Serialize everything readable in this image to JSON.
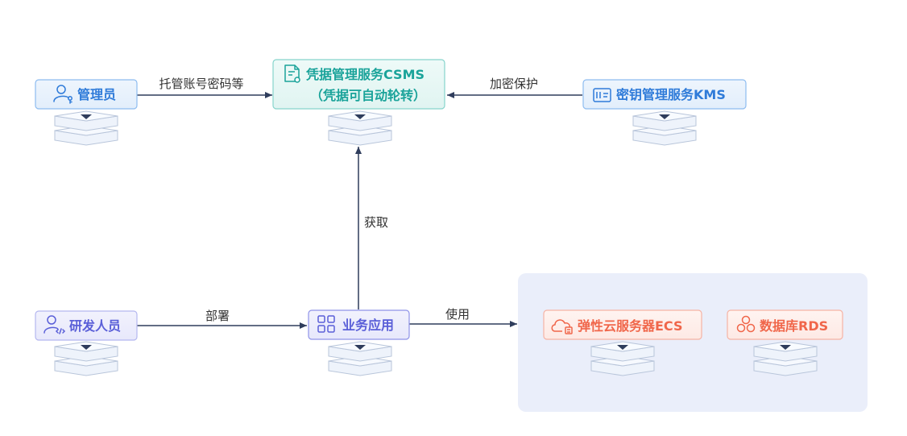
{
  "nodes": {
    "admin": {
      "label": "管理员",
      "icon": "user-key-icon"
    },
    "csms": {
      "label_line1": "凭据管理服务CSMS",
      "label_line2": "（凭据可自动轮转）",
      "icon": "document-gear-icon"
    },
    "kms": {
      "label": "密钥管理服务KMS",
      "icon": "id-card-icon"
    },
    "developer": {
      "label": "研发人员",
      "icon": "user-code-icon"
    },
    "app": {
      "label": "业务应用",
      "icon": "grid-icon"
    },
    "ecs": {
      "label": "弹性云服务器ECS",
      "icon": "cloud-server-icon"
    },
    "rds": {
      "label": "数据库RDS",
      "icon": "database-cluster-icon"
    }
  },
  "edges": {
    "admin_to_csms": "托管账号密码等",
    "kms_to_csms": "加密保护",
    "app_to_csms": "获取",
    "developer_to_app": "部署",
    "app_to_cloud": "使用"
  },
  "colors": {
    "blue": "#2f7bd9",
    "teal": "#1aa39a",
    "purple": "#5a5fd8",
    "orange": "#f0664a",
    "arrow": "#2f3d5c",
    "group_bg": "#eaeefa"
  }
}
